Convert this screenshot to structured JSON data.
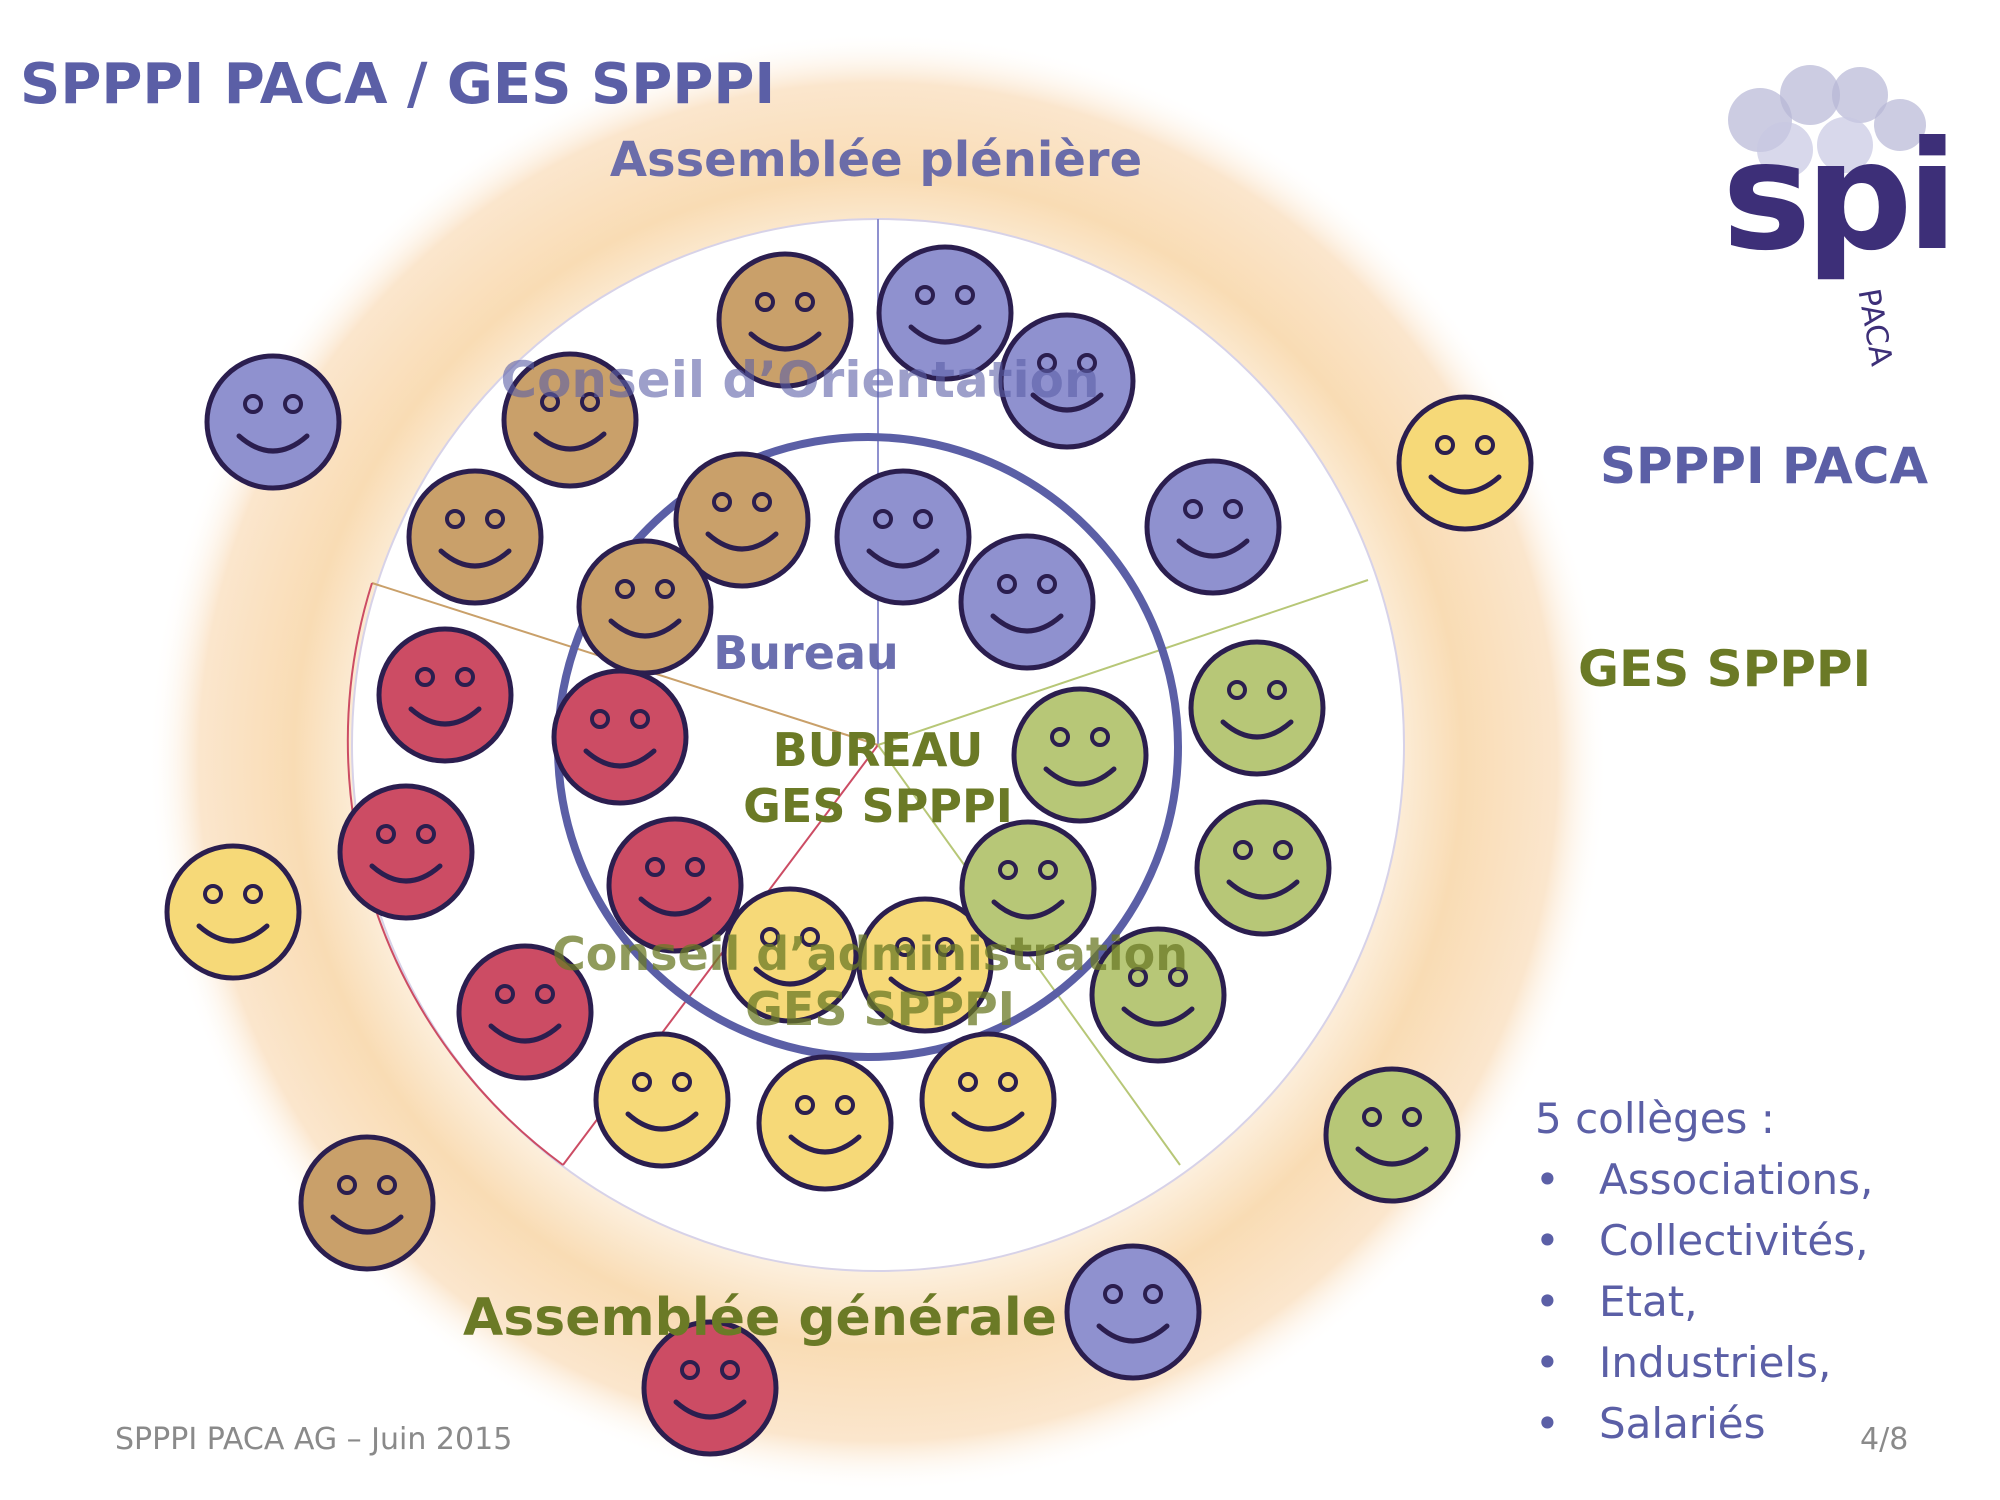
{
  "title": "SPPPI PACA / GES SPPPI",
  "zones": {
    "assemblee_pleniere": "Assemblée plénière",
    "conseil_orientation": "Conseil d’Orientation",
    "bureau": "Bureau",
    "bureau_ges": [
      "BUREAU",
      "GES SPPPI"
    ],
    "conseil_admin": [
      "Conseil d’administration",
      "GES SPPPI"
    ],
    "assemblee_generale": "Assemblée générale"
  },
  "legend": {
    "paca": "SPPPI PACA",
    "ges": "GES SPPPI"
  },
  "colleges": {
    "heading": "5 collèges :",
    "bullet": "•",
    "items": [
      "Associations,",
      "Collectivités,",
      "Etat,",
      "Industriels,",
      "Salariés"
    ]
  },
  "footer": "SPPPI PACA AG –  Juin 2015",
  "page_number": "4/8",
  "logo": {
    "text": "spi",
    "sub": "PACA"
  },
  "colors": {
    "purple": "#5b5fa6",
    "olive": "#6b7a26",
    "face_purple": "#8f91cf",
    "face_brown": "#c9a06a",
    "face_red": "#cc4c64",
    "face_yellow": "#f6d978",
    "face_green": "#b7c777"
  },
  "icons": [
    "smiley-face-icon",
    "spi-logo-icon"
  ]
}
